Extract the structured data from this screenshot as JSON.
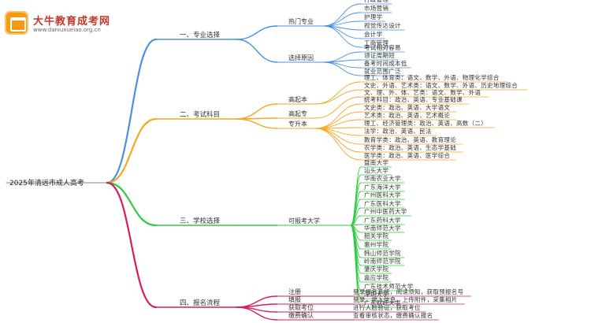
{
  "brand": {
    "name": "大牛教育成考网",
    "url": "www.daniuxueiao.org.cn",
    "logo_icon": "graduation-book-icon"
  },
  "colors": {
    "sec1": "#4a90e2",
    "sec2": "#f5a623",
    "sec3": "#2ecc40",
    "sec4": "#d81b60",
    "root": "#888888"
  },
  "root": "2025年清远市成人高考",
  "sections": [
    {
      "label": "一、专业选择",
      "groups": [
        {
          "label": "热门专业",
          "leaves": [
            "行政管理",
            "市场营销",
            "护理学",
            "视觉传达设计",
            "会计学",
            "工商管理"
          ]
        },
        {
          "label": "选择原因",
          "leaves": [
            "考试相对容易",
            "领证周期短",
            "备考时间成本低",
            "就业范围广泛"
          ]
        }
      ]
    },
    {
      "label": "二、考试科目",
      "groups": [
        {
          "label": "高起本",
          "leaves": [
            "理工、体育类：语文、数学、外语、物理化学综合",
            "文史、外语、艺术类：语文、数学、外语、历史地理综合"
          ]
        },
        {
          "label": "高起专",
          "leaves": [
            "文、理、外、体、艺类：语文、数学、外语"
          ]
        },
        {
          "label": "专升本",
          "leaves": [
            "统考科目：政治、英语、专业基础课",
            "文史类：政治、英语、大学语文",
            "艺术类：政治、英语、艺术概论",
            "理工、经济管理类：政治、英语、高数（二）",
            "法学：政治、英语、民法",
            "教育学类：政治、英语、教育理论",
            "农学类：政治、英语、生态学基础",
            "医学类：政治、英语、医学综合"
          ]
        }
      ]
    },
    {
      "label": "三、学校选择",
      "groups": [
        {
          "label": "可报考大学",
          "leaves": [
            "暨南大学",
            "汕头大学",
            "华南农业大学",
            "广东海洋大学",
            "广州医科大学",
            "广东医科大学",
            "广州中医药大学",
            "广东药科大学",
            "华南师范大学",
            "韶关学院",
            "惠州学院",
            "韩山师范学院",
            "岭南师范学院",
            "肇庆学院",
            "嘉应学院",
            "广东技术师范大学",
            "深圳大学",
            "广东财经大学"
          ]
        }
      ]
    },
    {
      "label": "四、报名流程",
      "groups": [
        {
          "label": "注册",
          "leaves": [
            "登录报名系统，阅读须知，获取预报名号"
          ]
        },
        {
          "label": "填报",
          "leaves": [
            "登录，录入信息，上传附件，采集相片"
          ]
        },
        {
          "label": "获取考位",
          "leaves": [
            "进行人脸验证，获取考位"
          ]
        },
        {
          "label": "缴费确认",
          "leaves": [
            "查看审核状态，缴费确认报名"
          ]
        }
      ]
    }
  ]
}
